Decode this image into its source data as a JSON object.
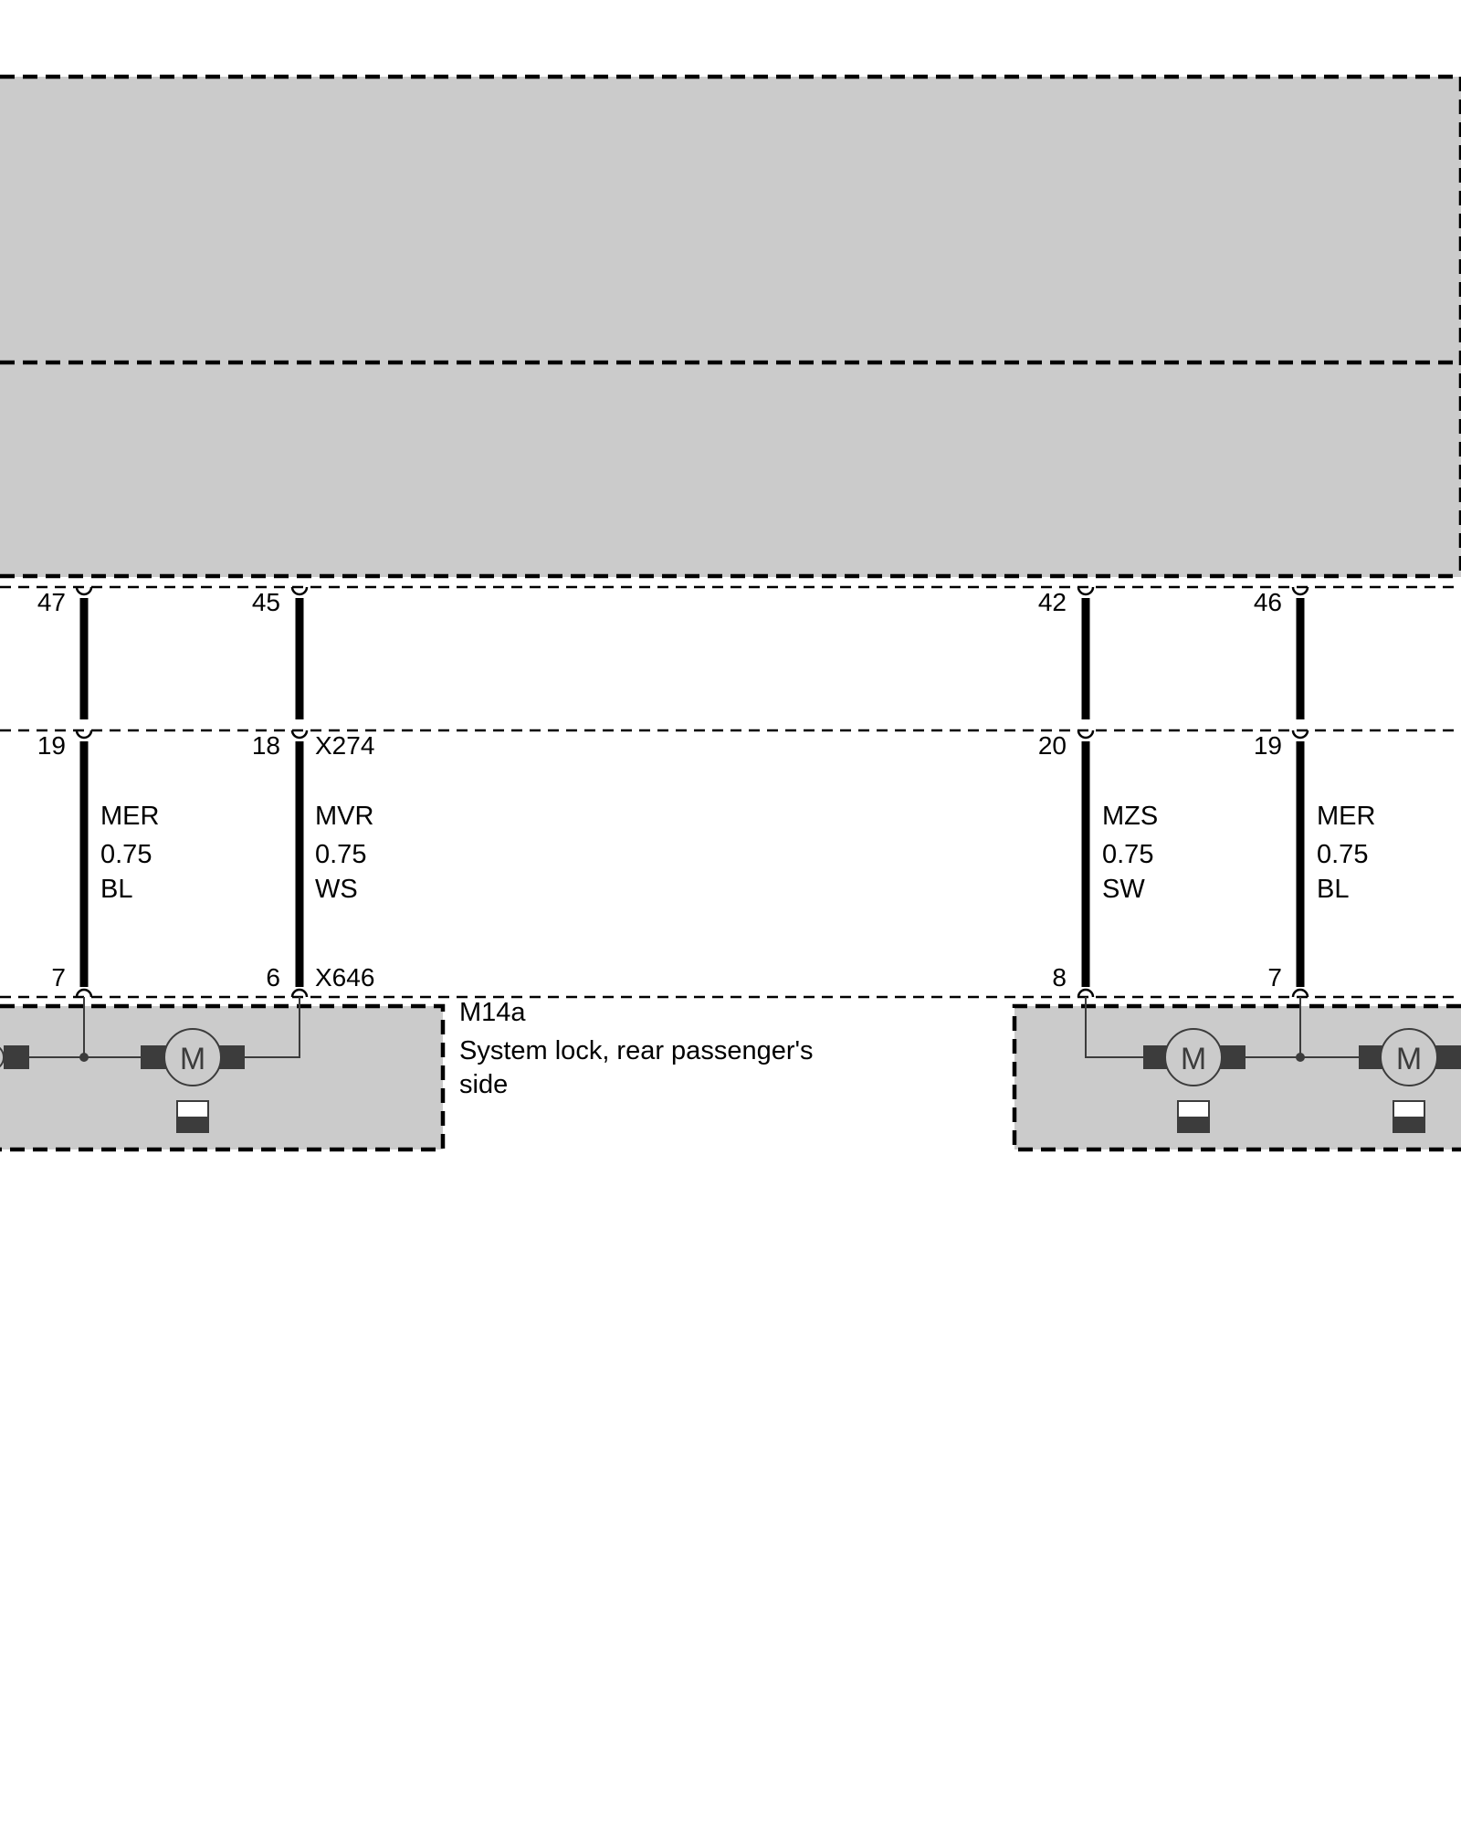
{
  "control_unit": {
    "pins": [
      "47",
      "45",
      "42",
      "46"
    ]
  },
  "connector_x274": {
    "name": "X274",
    "pins": [
      "19",
      "18",
      "20",
      "19"
    ]
  },
  "connector_x646": {
    "name": "X646",
    "pins": [
      "7",
      "6",
      "8",
      "7"
    ]
  },
  "wires": [
    {
      "signal": "MER",
      "size": "0.75",
      "color": "BL"
    },
    {
      "signal": "MVR",
      "size": "0.75",
      "color": "WS"
    },
    {
      "signal": "MZS",
      "size": "0.75",
      "color": "SW"
    },
    {
      "signal": "MER",
      "size": "0.75",
      "color": "BL"
    }
  ],
  "component_left": {
    "id": "M14a",
    "desc_line1": "System lock, rear passenger's",
    "desc_line2": "side"
  },
  "motor_symbol": "M",
  "icons": [
    "motor-icon",
    "actuator-lock-icon",
    "splice-dot-icon"
  ],
  "colors": {
    "module_fill": "#cbcbcb",
    "line": "#000000"
  }
}
